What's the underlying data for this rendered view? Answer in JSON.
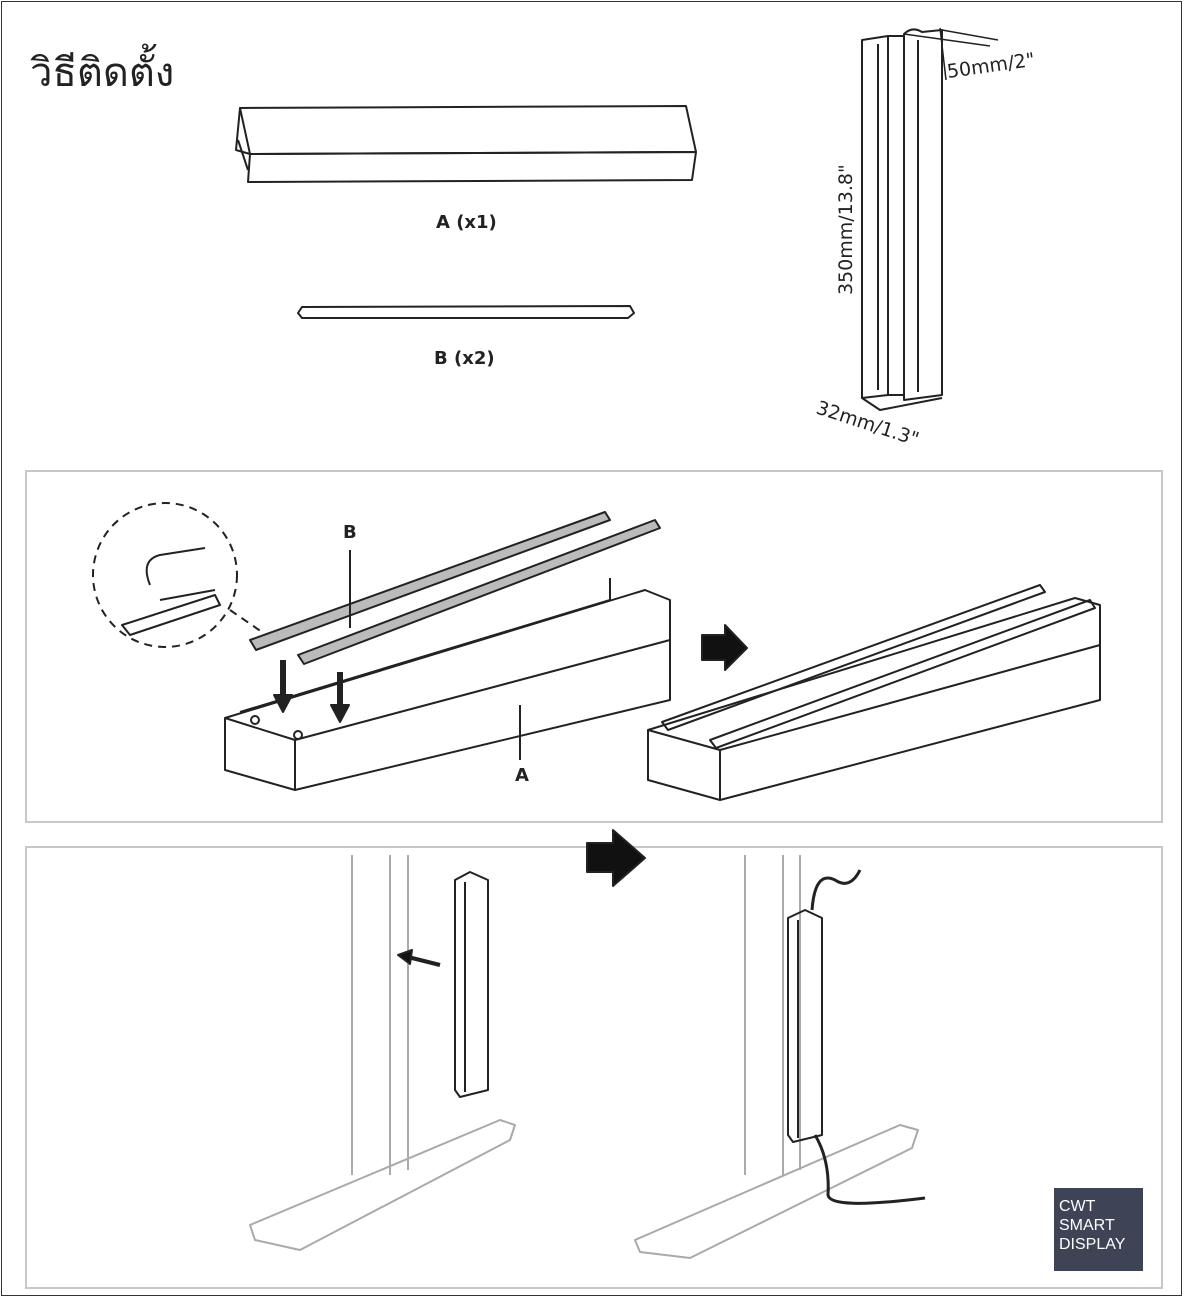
{
  "title": "วิธีติดตั้ง",
  "parts": {
    "a_label": "A (x1)",
    "b_label": "B (x2)"
  },
  "dimensions": {
    "width": "50mm/2\"",
    "length": "350mm/13.8\"",
    "depth": "32mm/1.3\""
  },
  "step1": {
    "callout_b": "B",
    "callout_a": "A"
  },
  "logo": {
    "line1": "CWT",
    "line2": "SMART",
    "line3": "DISPLAY"
  }
}
